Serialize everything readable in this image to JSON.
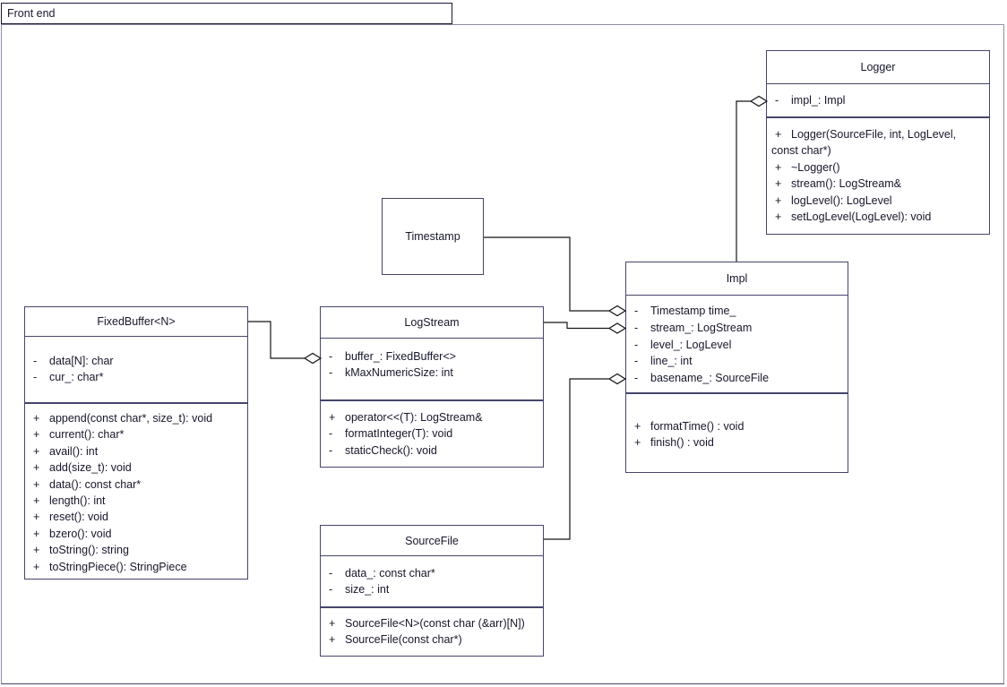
{
  "frame": {
    "label": "Front end"
  },
  "classes": {
    "fixedbuffer": {
      "name": "FixedBuffer<N>",
      "attributes": [
        {
          "vis": "-",
          "text": "data[N]: char"
        },
        {
          "vis": "-",
          "text": "cur_: char*"
        }
      ],
      "methods": [
        {
          "vis": "+",
          "text": "append(const char*, size_t): void"
        },
        {
          "vis": "+",
          "text": "current(): char*"
        },
        {
          "vis": "+",
          "text": "avail(): int"
        },
        {
          "vis": "+",
          "text": "add(size_t): void"
        },
        {
          "vis": "+",
          "text": "data(): const char*"
        },
        {
          "vis": "+",
          "text": "length(): int"
        },
        {
          "vis": "+",
          "text": "reset(): void"
        },
        {
          "vis": "+",
          "text": "bzero(): void"
        },
        {
          "vis": "+",
          "text": "toString(): string"
        },
        {
          "vis": "+",
          "text": "toStringPiece(): StringPiece"
        }
      ]
    },
    "logstream": {
      "name": "LogStream",
      "attributes": [
        {
          "vis": "-",
          "text": "buffer_: FixedBuffer<>"
        },
        {
          "vis": "-",
          "text": "kMaxNumericSize: int"
        }
      ],
      "methods": [
        {
          "vis": "+",
          "text": "operator<<(T): LogStream&"
        },
        {
          "vis": "-",
          "text": "formatInteger(T): void"
        },
        {
          "vis": "-",
          "text": "staticCheck(): void"
        }
      ]
    },
    "timestamp": {
      "name": "Timestamp",
      "attributes": [],
      "methods": []
    },
    "sourcefile": {
      "name": "SourceFile",
      "attributes": [
        {
          "vis": "-",
          "text": "data_: const char*"
        },
        {
          "vis": "-",
          "text": "size_: int"
        }
      ],
      "methods": [
        {
          "vis": "+",
          "text": "SourceFile<N>(const char (&arr)[N])"
        },
        {
          "vis": "+",
          "text": "SourceFile(const char*)"
        }
      ]
    },
    "impl": {
      "name": "Impl",
      "attributes": [
        {
          "vis": "-",
          "text": "Timestamp time_"
        },
        {
          "vis": "-",
          "text": "stream_: LogStream"
        },
        {
          "vis": "-",
          "text": "level_: LogLevel"
        },
        {
          "vis": "-",
          "text": "line_: int"
        },
        {
          "vis": "-",
          "text": "basename_: SourceFile"
        }
      ],
      "methods": [
        {
          "vis": "+",
          "text": "formatTime() : void"
        },
        {
          "vis": "+",
          "text": "finish() : void"
        }
      ]
    },
    "logger": {
      "name": "Logger",
      "attributes": [
        {
          "vis": "-",
          "text": "impl_: Impl"
        }
      ],
      "methods": [
        {
          "vis": "+",
          "text": "Logger(SourceFile, int, LogLevel,",
          "text2": "const char*)"
        },
        {
          "vis": "+",
          "text": "~Logger()"
        },
        {
          "vis": "+",
          "text": "stream(): LogStream&"
        },
        {
          "vis": "+",
          "text": "logLevel(): LogLevel"
        },
        {
          "vis": "+",
          "text": "setLogLevel(LogLevel): void"
        }
      ]
    }
  },
  "relationships": [
    {
      "type": "aggregation",
      "from": "Impl",
      "to": "Logger",
      "diamond_at": "Logger.impl_"
    },
    {
      "type": "aggregation",
      "from": "Timestamp",
      "to": "Impl",
      "diamond_at": "Impl.time_"
    },
    {
      "type": "aggregation",
      "from": "LogStream",
      "to": "Impl",
      "diamond_at": "Impl.stream_"
    },
    {
      "type": "aggregation",
      "from": "SourceFile",
      "to": "Impl",
      "diamond_at": "Impl.basename_"
    },
    {
      "type": "aggregation",
      "from": "FixedBuffer<N>",
      "to": "LogStream",
      "diamond_at": "LogStream.buffer_"
    }
  ],
  "colors": {
    "box_border": "#45456b",
    "frame_border": "#8d8da3",
    "tab_border": "#191932",
    "text": "#16162b",
    "connector_line": "#141414",
    "background": "#ffffff"
  }
}
